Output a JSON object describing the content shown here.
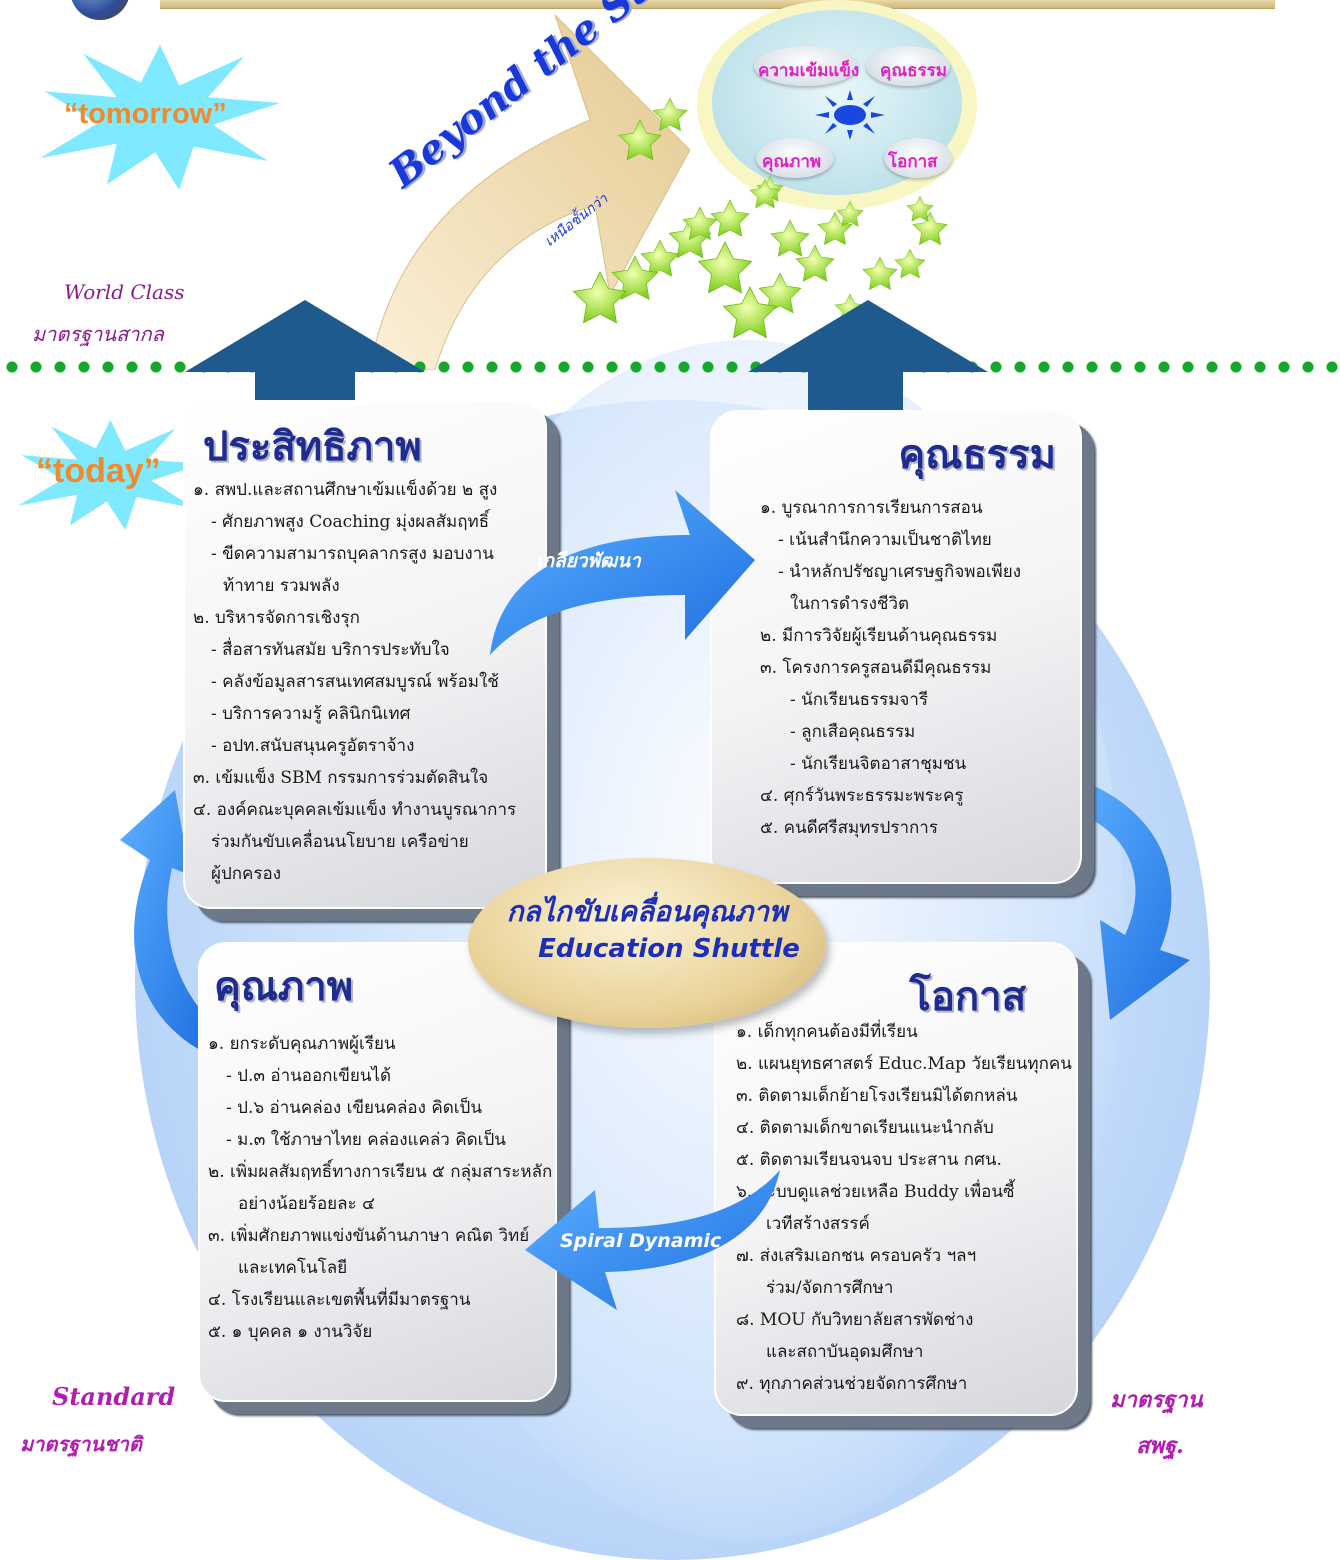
{
  "labels": {
    "tomorrow": "“tomorrow”",
    "today": "“today”",
    "world_class_en": "World Class",
    "world_class_th": "มาตรฐานสากล",
    "standard_en": "Standard",
    "standard_th": "มาตรฐานชาติ",
    "std_right_1": "มาตรฐาน",
    "std_right_2": "สพฐ.",
    "beyond": "Beyond the Star",
    "beyond_sub": "เหนือชั้นกว่า",
    "spiral_top": "เกลียวพัฒนา",
    "spiral_bottom": "Spiral Dynamic",
    "shuttle_th": "กลไกขับเคลื่อนคุณภาพ",
    "shuttle_en": "Education Shuttle"
  },
  "sun_items": {
    "top_left": "ความเข้มแข็ง",
    "top_right": "คุณธรรม",
    "bottom_left": "คุณภาพ",
    "bottom_right": "โอกาส"
  },
  "cards": {
    "efficiency": {
      "title": "ประสิทธิภาพ",
      "items": [
        "๑. สพป.และสถานศึกษาเข้มแข็งด้วย ๒ สูง",
        "   - ศักยภาพสูง Coaching มุ่งผลสัมฤทธิ์",
        "   - ขีดความสามารถบุคลากรสูง มอบงาน",
        "     ท้าทาย รวมพลัง",
        "๒. บริหารจัดการเชิงรุก",
        "   - สื่อสารทันสมัย บริการประทับใจ",
        "   - คลังข้อมูลสารสนเทศสมบูรณ์ พร้อมใช้",
        "   - บริการความรู้ คลินิกนิเทศ",
        "   - อปท.สนับสนุนครูอัตราจ้าง",
        "๓. เข้มแข็ง SBM กรรมการร่วมตัดสินใจ",
        "๔. องค์คณะบุคคลเข้มแข็ง ทำงานบูรณาการ",
        "   ร่วมกันขับเคลื่อนนโยบาย เครือข่าย",
        "   ผู้ปกครอง"
      ]
    },
    "morality": {
      "title": "คุณธรรม",
      "items": [
        "๑. บูรณาการการเรียนการสอน",
        "   - เน้นสำนึกความเป็นชาติไทย",
        "   - นำหลักปรัชญาเศรษฐกิจพอเพียง",
        "     ในการดำรงชีวิต",
        "๒. มีการวิจัยผู้เรียนด้านคุณธรรม",
        "๓. โครงการครูสอนดีมีคุณธรรม",
        "     - นักเรียนธรรมจารี",
        "     - ลูกเสือคุณธรรม",
        "     - นักเรียนจิตอาสาชุมชน",
        "๔. ศุกร์วันพระธรรมะพระครู",
        "๕. คนดีศรีสมุทรปราการ"
      ]
    },
    "quality": {
      "title": "คุณภาพ",
      "items": [
        "๑. ยกระดับคุณภาพผู้เรียน",
        "   - ป.๓ อ่านออกเขียนได้",
        "   - ป.๖ อ่านคล่อง เขียนคล่อง คิดเป็น",
        "   - ม.๓ ใช้ภาษาไทย คล่องแคล่ว คิดเป็น",
        "๒. เพิ่มผลสัมฤทธิ์ทางการเรียน ๕ กลุ่มสาระหลัก",
        "     อย่างน้อยร้อยละ ๔",
        "๓. เพิ่มศักยภาพแข่งขันด้านภาษา คณิต วิทย์",
        "     และเทคโนโลยี",
        "๔. โรงเรียนและเขตพื้นที่มีมาตรฐาน",
        "๕. ๑ บุคคล ๑ งานวิจัย"
      ]
    },
    "opportunity": {
      "title": "โอกาส",
      "items": [
        "๑. เด็กทุกคนต้องมีที่เรียน",
        "๒. แผนยุทธศาสตร์ Educ.Map วัยเรียนทุกคน",
        "๓. ติดตามเด็กย้ายโรงเรียนมิได้ตกหล่น",
        "๔. ติดตามเด็กขาดเรียนแนะนำกลับ",
        "๕. ติดตามเรียนจนจบ ประสาน กศน.",
        "๖. ระบบดูแลช่วยเหลือ Buddy เพื่อนซี้",
        "     เวทีสร้างสรรค์",
        "๗. ส่งเสริมเอกชน ครอบครัว ฯลฯ",
        "     ร่วม/จัดการศึกษา",
        "๘. MOU กับวิทยาลัยสารพัดช่าง",
        "     และสถาบันอุดมศึกษา",
        "๙. ทุกภาคส่วนช่วยจัดการศึกษา"
      ]
    }
  }
}
